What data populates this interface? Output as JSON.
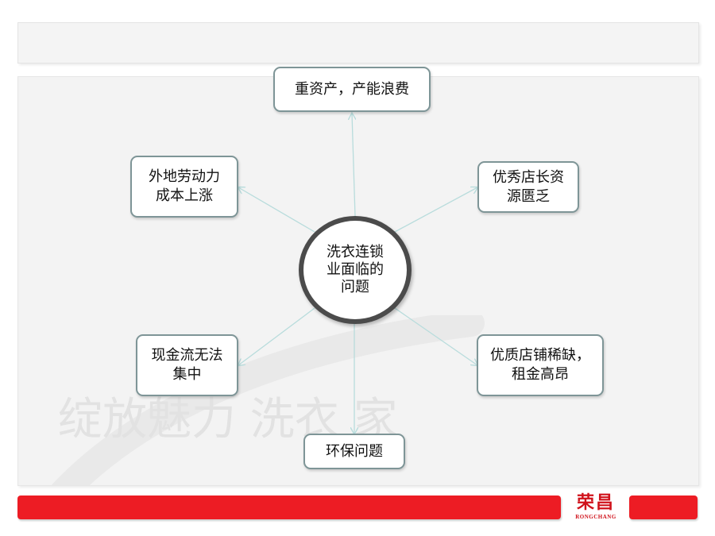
{
  "diagram": {
    "center": "洗衣连锁\n业面临的\n问题",
    "nodes": [
      {
        "id": "top",
        "label": "重资产，产能浪费"
      },
      {
        "id": "upper-left",
        "label": "外地劳动力\n成本上涨"
      },
      {
        "id": "upper-right",
        "label": "优秀店长资\n源匮乏"
      },
      {
        "id": "lower-left",
        "label": "现金流无法\n集中"
      },
      {
        "id": "lower-right",
        "label": "优质店铺稀缺，\n租金高昂"
      },
      {
        "id": "bottom",
        "label": "环保问题"
      }
    ],
    "watermark": "绽放魅力 洗衣 家",
    "colors": {
      "node_border": "#7e9597",
      "center_border": "#4b4b4b",
      "connector": "#b8dcdc",
      "brand_red": "#ed1c24"
    }
  },
  "brand": {
    "logo_cn": "荣昌",
    "logo_en": "RONGCHANG"
  }
}
